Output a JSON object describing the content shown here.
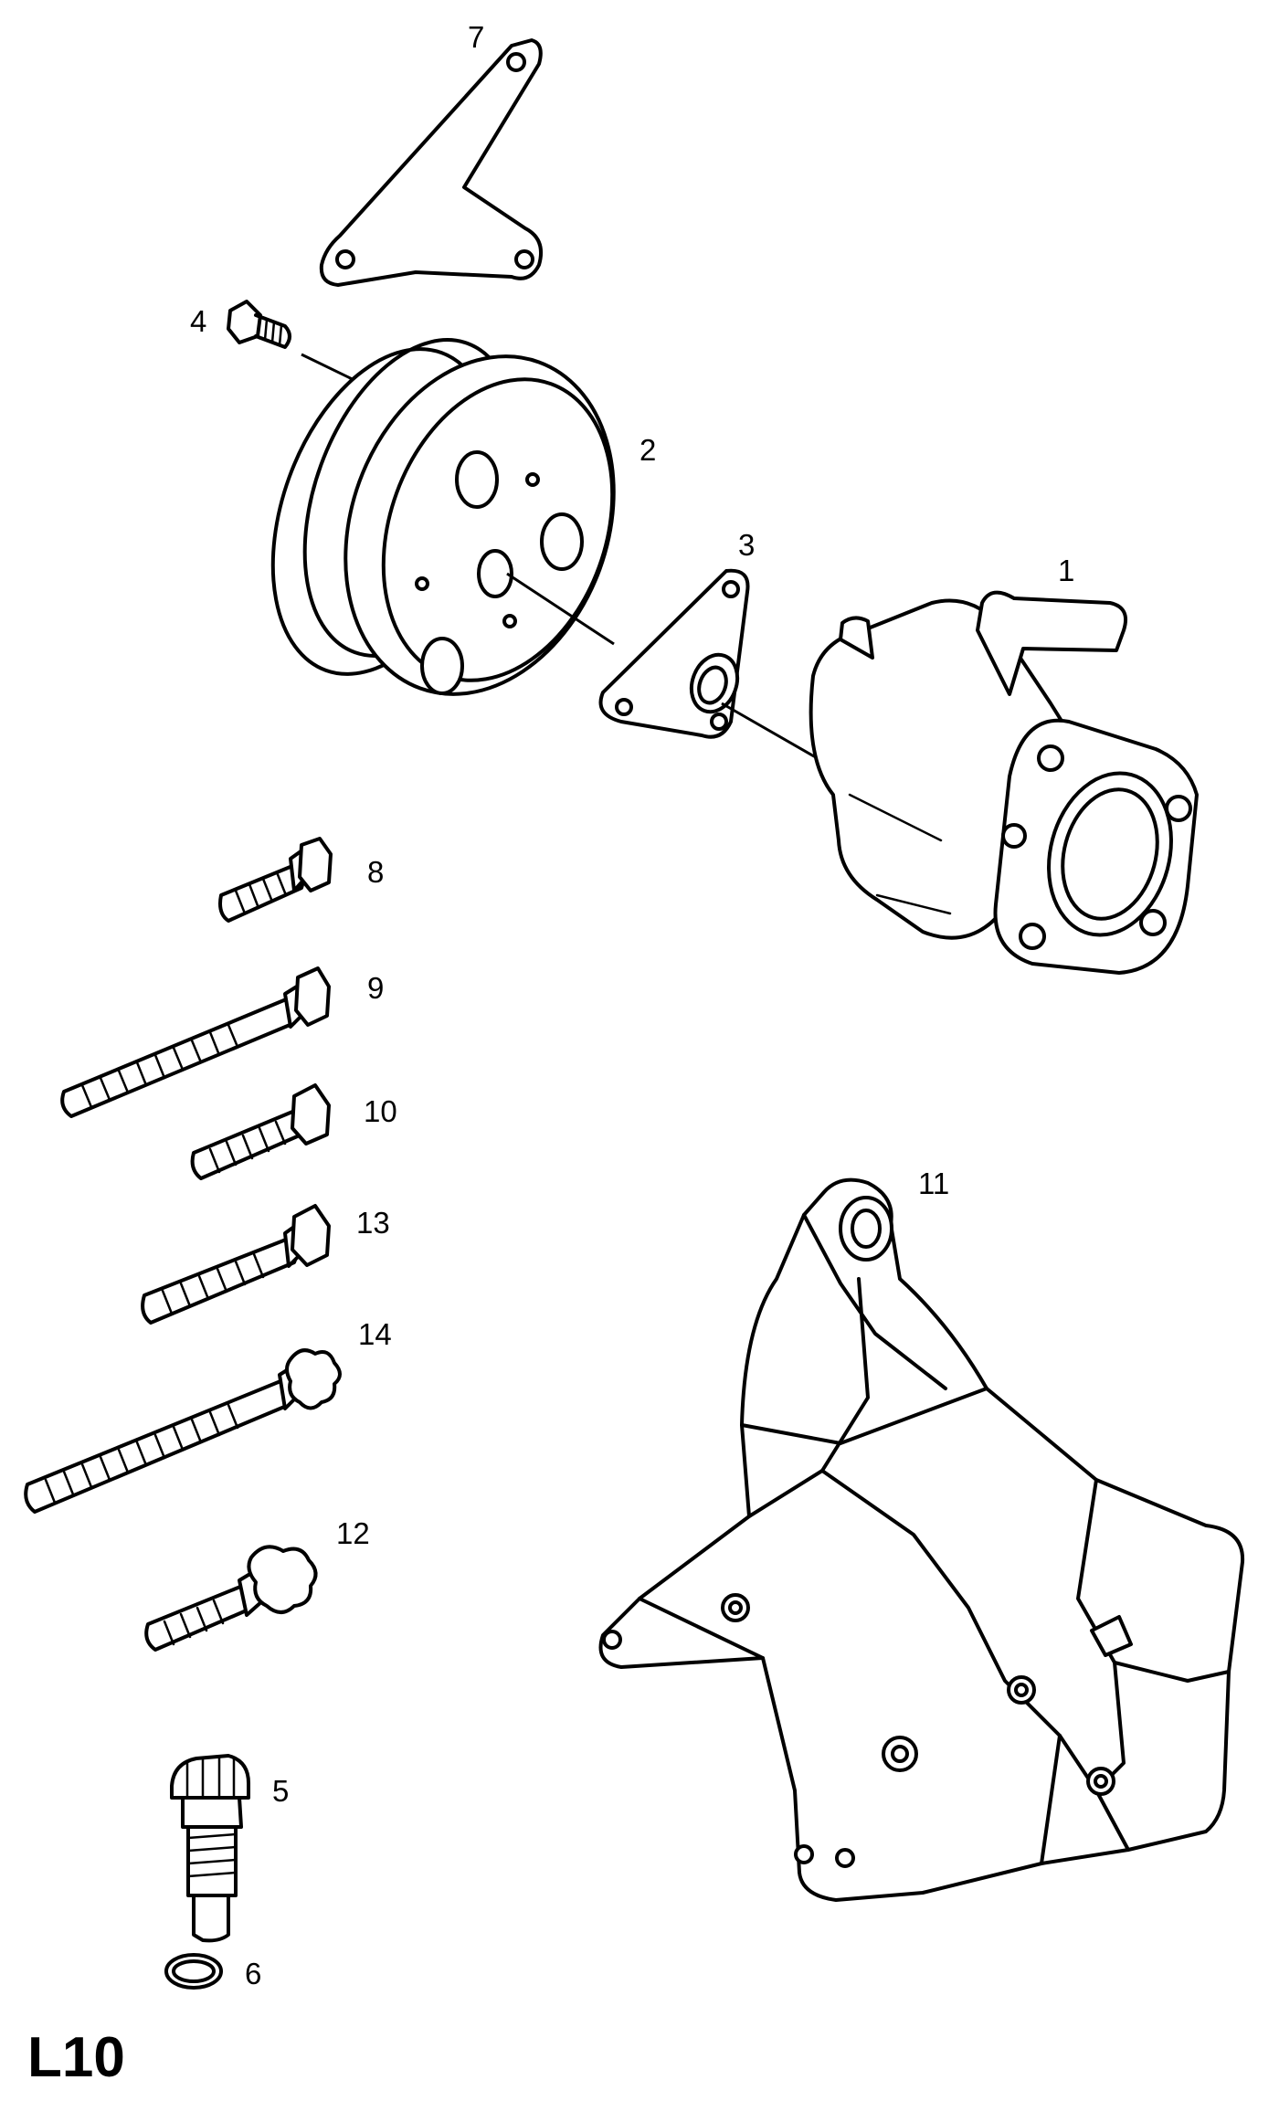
{
  "page_code": "L10",
  "callouts": {
    "c1": "1",
    "c2": "2",
    "c3": "3",
    "c4": "4",
    "c5": "5",
    "c6": "6",
    "c7": "7",
    "c8": "8",
    "c9": "9",
    "c10": "10",
    "c11": "11",
    "c12": "12",
    "c13": "13",
    "c14": "14"
  }
}
